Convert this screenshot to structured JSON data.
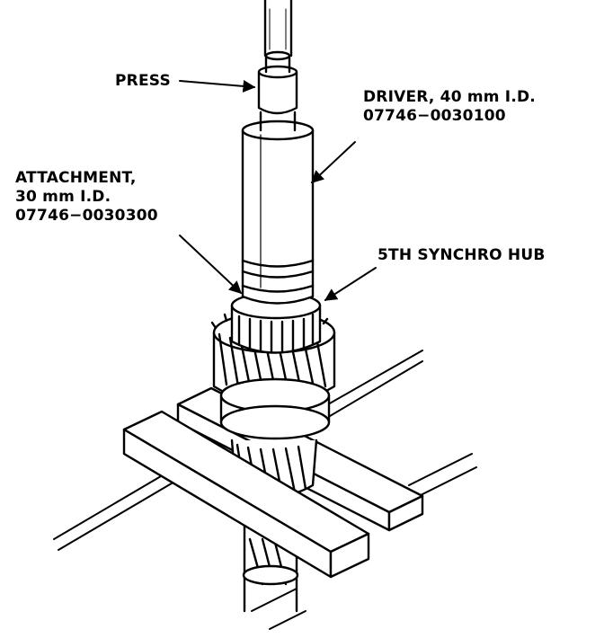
{
  "labels": {
    "press": "PRESS",
    "driver": {
      "line1": "DRIVER, 40 mm I.D.",
      "line2": "07746−0030100"
    },
    "attachment": {
      "line1": "ATTACHMENT,",
      "line2": "30 mm I.D.",
      "line3": "07746−0030300"
    },
    "synchro_hub": "5TH SYNCHRO HUB"
  },
  "colors": {
    "ink": "#000000",
    "paper": "#ffffff"
  }
}
